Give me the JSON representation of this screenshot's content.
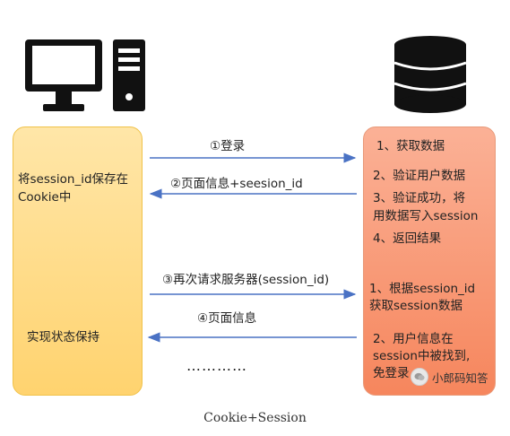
{
  "diagram": {
    "client": {
      "icon": "desktop-computer-icon",
      "box_color": "#ffd36f",
      "note_line1": "将session_id保存在",
      "note_line2": "Cookie中",
      "note_bottom": "实现状态保持"
    },
    "server": {
      "icon": "database-icon",
      "box_color": "#f6865d",
      "steps": [
        "1、获取数据",
        "2、验证用户数据",
        "3、验证成功，将",
        "用数据写入session",
        "4、返回结果"
      ],
      "later": [
        "1、根据session_id",
        "获取session数据",
        "2、用户信息在",
        "session中被找到,",
        "免登录"
      ]
    },
    "arrows": [
      {
        "label": "①登录",
        "direction": "right"
      },
      {
        "label": "②页面信息+seesion_id",
        "direction": "left"
      },
      {
        "label": "③再次请求服务器(session_id)",
        "direction": "right"
      },
      {
        "label": "④页面信息",
        "direction": "left"
      }
    ],
    "ellipsis": "…………",
    "arrow_color": "#4a72c4",
    "caption": "Cookie+Session",
    "watermark": "小郎码知答"
  }
}
